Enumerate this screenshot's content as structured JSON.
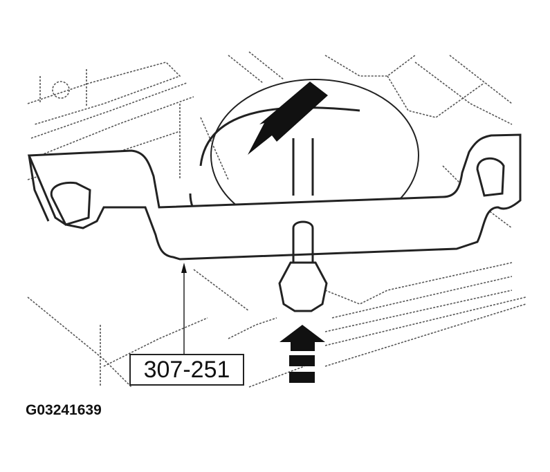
{
  "figure": {
    "tool_label": "307-251",
    "figure_id": "G03241639",
    "arrows": {
      "diagonal_arrow": "points down-left to timing notch on crankshaft",
      "push_arrow": "upward arrow with dashed tail below bolt"
    }
  }
}
